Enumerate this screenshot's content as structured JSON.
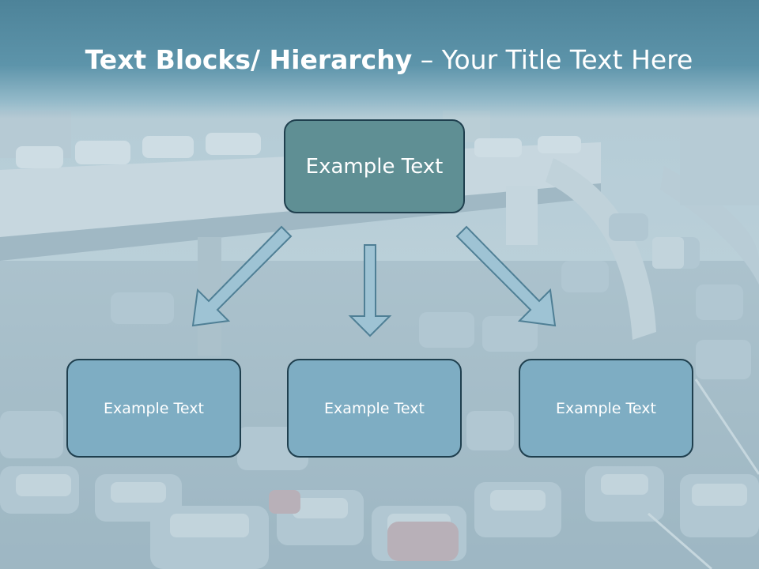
{
  "slide": {
    "title_bold": "Text Blocks/ Hierarchy",
    "title_separator": "–",
    "title_rest": "Your Title Text Here",
    "top_box": "Example Text",
    "child_boxes": [
      "Example Text",
      "Example Text",
      "Example Text"
    ]
  },
  "colors": {
    "title_band": "#5d94aa",
    "top_box_fill": "#5f8f94",
    "child_box_fill": "#7eadc3",
    "box_border": "#1f3f4e",
    "arrow_fill": "#9ec3d4"
  },
  "background": "traffic-jam-photo"
}
